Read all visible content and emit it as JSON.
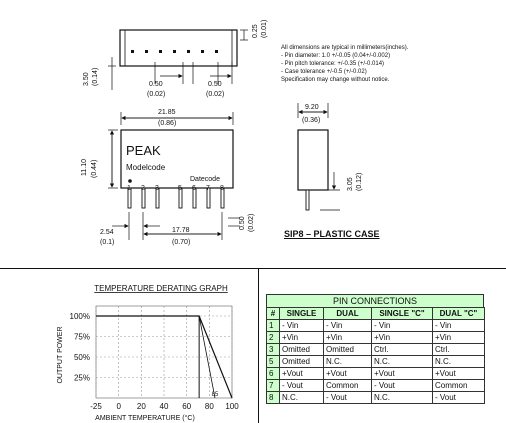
{
  "mechanical": {
    "dim_height_top": "0.25",
    "dim_height_top_in": "(0.01)",
    "dim_pin_offset": "3.50",
    "dim_pin_offset_in": "(0.14)",
    "dim_pin_w1": "0.50",
    "dim_pin_w1_in": "(0.02)",
    "dim_pin_w2": "0.50",
    "dim_pin_w2_in": "(0.02)",
    "dim_length": "21.85",
    "dim_length_in": "(0.86)",
    "dim_height": "11.10",
    "dim_height_in": "(0.44)",
    "dim_depth": "9.20",
    "dim_depth_in": "(0.36)",
    "dim_pin_len": "3.05",
    "dim_pin_len_in": "(0.12)",
    "dim_pitch": "2.54",
    "dim_pitch_in": "(0.1)",
    "dim_span": "17.78",
    "dim_span_in": "(0.70)",
    "dim_pin_thk": "0.50",
    "dim_pin_thk_in": "(0.02)",
    "brand_text": "PEAK",
    "model_label": "Modelcode",
    "date_label": "Datecode",
    "pin_numbers": [
      "1",
      "2",
      "3",
      "5",
      "6",
      "7",
      "8"
    ],
    "case_title": "SIP8 – PLASTIC CASE"
  },
  "notes": [
    "All dimensions are typical in millimeters(inches).",
    "- Pin diameter: 1.0 +/-0.05 (0.04+/-0.002)",
    "- Pin pitch tolerance: +/-0.35 (+/-0.014)",
    "- Case tolerance +/-0.5 (+/-0.02)",
    "Specification may change without notice."
  ],
  "chart_data": {
    "type": "line",
    "title": "TEMPERATURE DERATING GRAPH",
    "xlabel": "AMBIENT TEMPERATURE (°C)",
    "ylabel": "OUTPUT POWER",
    "x_ticks": [
      "-25",
      "0",
      "20",
      "40",
      "60",
      "80",
      "100"
    ],
    "y_ticks": [
      "100%",
      "75%",
      "50%",
      "25%"
    ],
    "xlim": [
      -25,
      100
    ],
    "ylim": [
      0,
      100
    ],
    "grid": true,
    "annotation": "85",
    "series": [
      {
        "x": [
          -25,
          71,
          100
        ],
        "y": [
          100,
          100,
          0
        ]
      }
    ],
    "derating_start_x": 71,
    "reference_line": {
      "x": [
        71,
        85
      ],
      "y": [
        100,
        0
      ]
    }
  },
  "pin_connections": {
    "title": "PIN CONNECTIONS",
    "headers": [
      "#",
      "SINGLE",
      "DUAL",
      "SINGLE \"C\"",
      "DUAL \"C\""
    ],
    "rows": [
      [
        "1",
        "- Vin",
        "- Vin",
        "- Vin",
        "- Vin"
      ],
      [
        "2",
        "+Vin",
        "+Vin",
        "+Vin",
        "+Vin"
      ],
      [
        "3",
        "Omitted",
        "Omitted",
        "Ctrl.",
        "Ctrl."
      ],
      [
        "5",
        "Omitted",
        "N.C.",
        "N.C.",
        "N.C."
      ],
      [
        "6",
        "+Vout",
        "+Vout",
        "+Vout",
        "+Vout"
      ],
      [
        "7",
        "- Vout",
        "Common",
        "- Vout",
        "Common"
      ],
      [
        "8",
        "N.C.",
        "- Vout",
        "N.C.",
        "- Vout"
      ]
    ]
  }
}
